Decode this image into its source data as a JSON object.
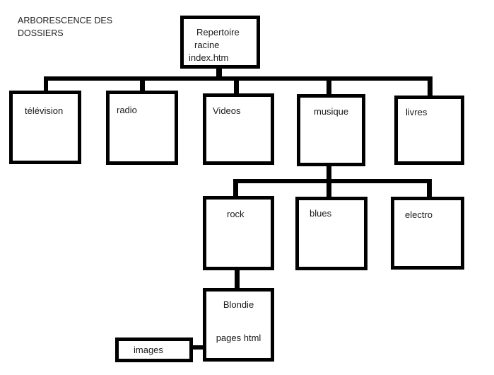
{
  "title": {
    "line1": "ARBORESCENCE DES",
    "line2": "DOSSIERS"
  },
  "nodes": {
    "repertoire": {
      "lines": [
        "Repertoire",
        "racine",
        "index.htm"
      ]
    },
    "television": {
      "label": "télévision"
    },
    "radio": {
      "label": "radio"
    },
    "videos": {
      "label": "Videos"
    },
    "musique": {
      "label": "musique"
    },
    "livres": {
      "label": "livres"
    },
    "rock": {
      "label": "rock"
    },
    "blues": {
      "label": "blues"
    },
    "electro": {
      "label": "electro"
    },
    "blondie": {
      "line1": "Blondie",
      "line2": "pages html"
    },
    "images": {
      "label": "images"
    }
  },
  "colors": {
    "line": "#000000",
    "text": "#1a1a1a",
    "background": "#ffffff"
  }
}
